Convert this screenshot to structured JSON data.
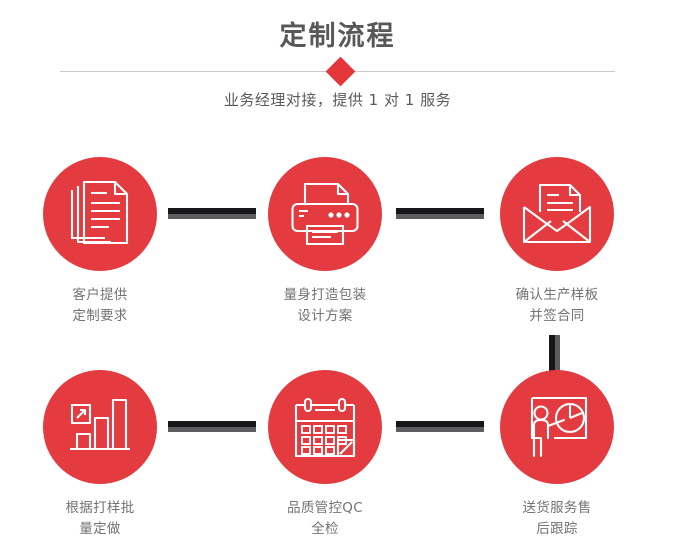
{
  "header": {
    "title": "定制流程",
    "subtitle": "业务经理对接，提供 1 对 1 服务",
    "diamond_icon": "diamond-marker",
    "title_color": "#585858",
    "accent_color": "#e3373c",
    "divider_color": "#c9c9c9"
  },
  "flow": {
    "circle_color": "#e33b3f",
    "connector_dark": "#17171a",
    "connector_gray": "#5d5d5f",
    "label_color": "#737373",
    "steps": [
      {
        "index": 1,
        "icon": "documents-stack-icon",
        "label": "客户提供\n定制要求"
      },
      {
        "index": 2,
        "icon": "printer-icon",
        "label": "量身打造包装\n设计方案"
      },
      {
        "index": 3,
        "icon": "envelope-document-icon",
        "label": "确认生产样板\n并签合同"
      },
      {
        "index": 4,
        "icon": "bar-chart-growth-icon",
        "label": "根据打样批\n量定做"
      },
      {
        "index": 5,
        "icon": "calendar-check-icon",
        "label": "品质管控QC\n全检"
      },
      {
        "index": 6,
        "icon": "presentation-person-piechart-icon",
        "label": "送货服务售\n后跟踪"
      }
    ],
    "connectors": [
      {
        "name": "connector-step1-step2",
        "orientation": "horizontal"
      },
      {
        "name": "connector-step2-step3",
        "orientation": "horizontal"
      },
      {
        "name": "connector-step3-step4",
        "orientation": "vertical"
      },
      {
        "name": "connector-step4-step5",
        "orientation": "horizontal"
      },
      {
        "name": "connector-step5-step6",
        "orientation": "horizontal"
      }
    ]
  }
}
